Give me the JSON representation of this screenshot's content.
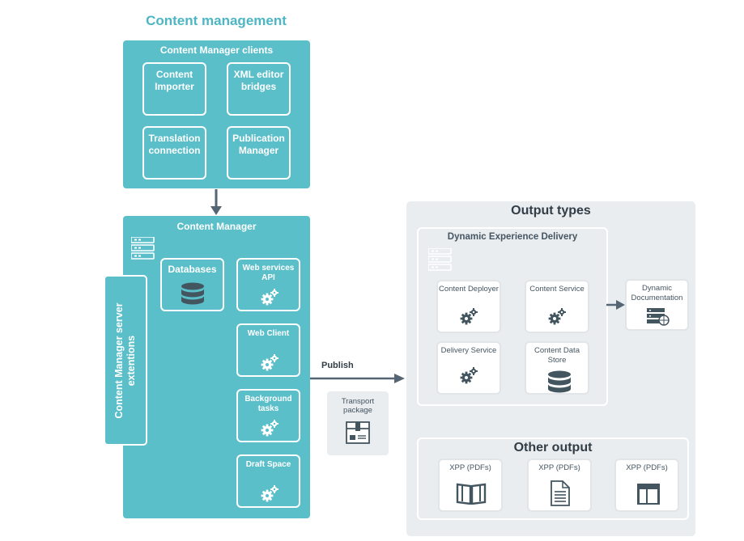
{
  "title": "Content management",
  "clients": {
    "title": "Content Manager clients",
    "items": [
      "Content Importer",
      "XML editor bridges",
      "Translation connection",
      "Publication Manager"
    ]
  },
  "content_manager": {
    "title": "Content Manager",
    "databases": "Databases",
    "services": [
      "Web services API",
      "Web Client",
      "Background tasks",
      "Draft Space"
    ]
  },
  "extensions": "Content Manager server extentions",
  "publish_label": "Publish",
  "transport": "Transport package",
  "output_types": {
    "title": "Output types",
    "ded": {
      "title": "Dynamic Experience Delivery",
      "items": [
        "Content Deployer",
        "Content Service",
        "Delivery Service",
        "Content Data Store"
      ]
    },
    "dynamic_documentation": "Dynamic Documentation",
    "other": {
      "title": "Other output",
      "items": [
        "XPP (PDFs)",
        "XPP (PDFs)",
        "XPP (PDFs)"
      ]
    }
  },
  "colors": {
    "teal": "#5bbfca",
    "grey_panel": "#e9edf0",
    "arrow": "#566573",
    "title_teal": "#4db6c3"
  }
}
